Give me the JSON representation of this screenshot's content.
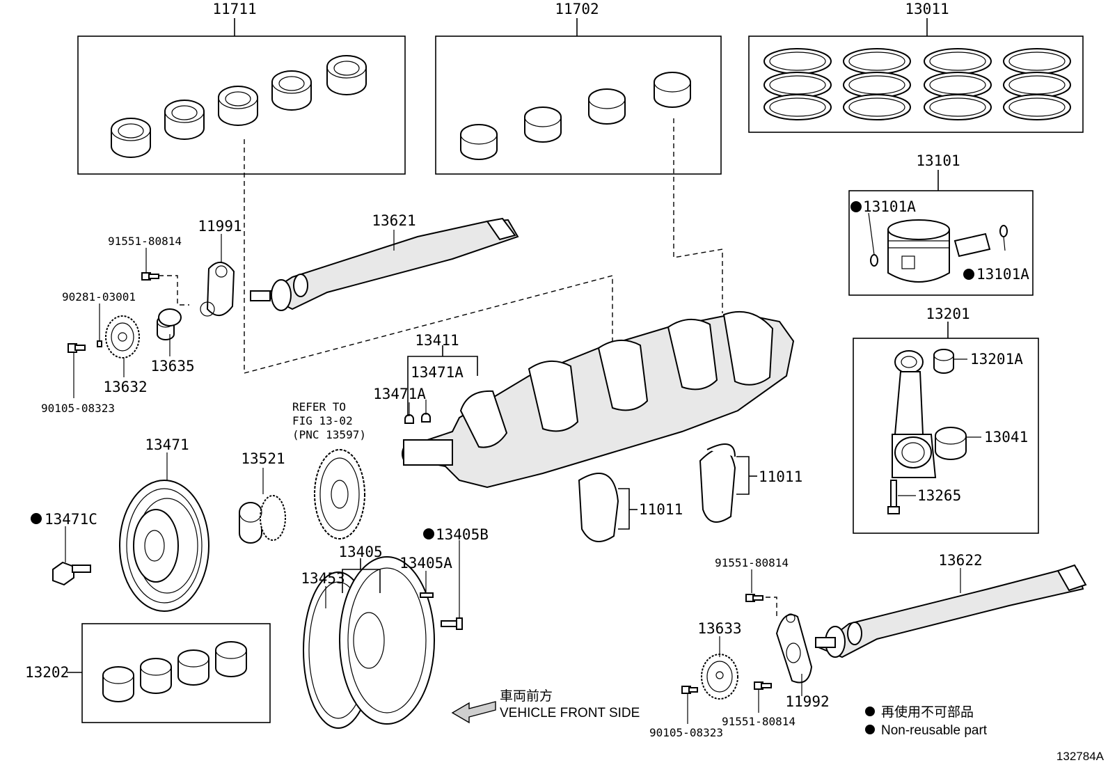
{
  "labels": {
    "p11711": "11711",
    "p11702": "11702",
    "p13011": "13011",
    "p13101": "13101",
    "p13101A_top": "13101A",
    "p13101A_bot": "13101A",
    "p13201": "13201",
    "p13201A": "13201A",
    "p13041": "13041",
    "p13265": "13265",
    "p13621": "13621",
    "p11991": "11991",
    "p91551_top": "91551-80814",
    "p90281": "90281-03001",
    "p13635": "13635",
    "p13632": "13632",
    "p90105_left": "90105-08323",
    "p13411": "13411",
    "p13471A_1": "13471A",
    "p13471A_2": "13471A",
    "refer1": "REFER TO",
    "refer2": "FIG 13-02",
    "refer3": "(PNC 13597)",
    "p13471": "13471",
    "p13521": "13521",
    "p13471C": "13471C",
    "p13405B": "13405B",
    "p13405": "13405",
    "p13405A": "13405A",
    "p13453": "13453",
    "p11011_a": "11011",
    "p11011_b": "11011",
    "p91551_mid": "91551-80814",
    "p13622": "13622",
    "p13633": "13633",
    "p11992": "11992",
    "p91551_bot": "91551-80814",
    "p90105_right": "90105-08323",
    "p13202": "13202",
    "front_jp": "車両前方",
    "front_en": "VEHICLE FRONT SIDE",
    "figure_id": "132784A"
  },
  "legend": {
    "jp": "再使用不可部品",
    "en": "Non-reusable part"
  }
}
